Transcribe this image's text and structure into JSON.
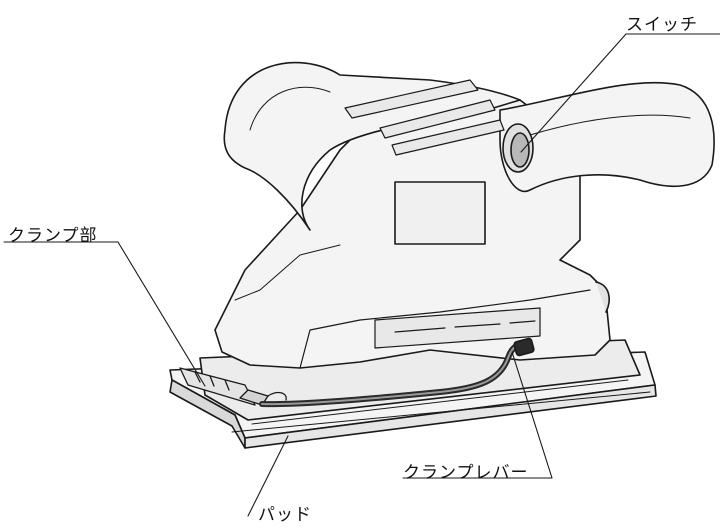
{
  "labels": {
    "switch": "スイッチ",
    "clamp_part": "クランプ部",
    "clamp_lever": "クランプレバー",
    "pad": "パッド"
  },
  "colors": {
    "line": "#1a1a1a",
    "body_fill": "#f4f4f4",
    "shade": "#d9d9d9",
    "lever": "#2a2a2a"
  }
}
